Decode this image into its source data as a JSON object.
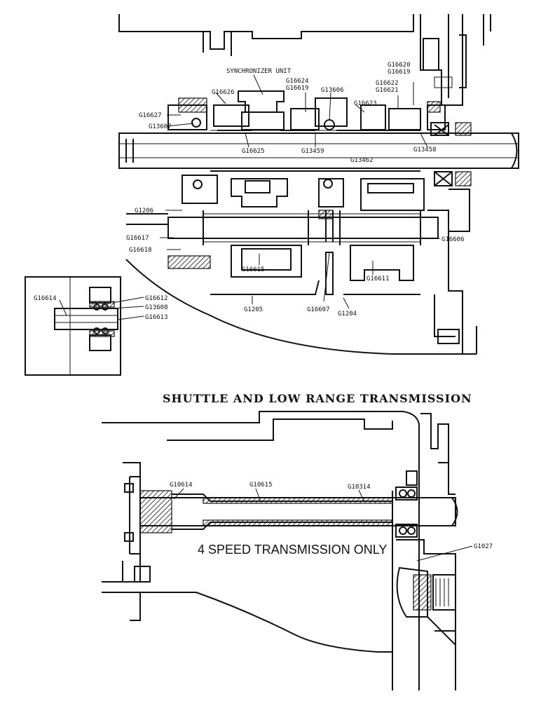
{
  "top_diagram": {
    "callouts": {
      "synchronizer": "SYNCHRONIZER UNIT",
      "g16626": "G16626",
      "g16624": "G16624",
      "g16619": "G16619",
      "g13606": "G13606",
      "g16620": "G16620",
      "g16619b": "G16619",
      "g16622": "G16622",
      "g16621": "G16621",
      "g16623": "G16623",
      "g16627": "G16627",
      "g13607": "G13607",
      "g16625": "G16625",
      "g13459": "G13459",
      "g13458": "G13458",
      "g13462": "G13462",
      "g1206": "G1206",
      "g16617": "G16617",
      "g16618": "G16618",
      "g16606": "G16606",
      "g16615": "G16615",
      "g16611": "G16611",
      "g1205": "G1205",
      "g16607": "G16607",
      "g1204": "G1204"
    },
    "inset": {
      "g16614": "G16614",
      "g16612": "G16612",
      "g13608": "G13608",
      "g16613": "G16613"
    }
  },
  "section_title": "SHUTTLE AND LOW RANGE TRANSMISSION",
  "bottom_diagram": {
    "callouts": {
      "g10614": "G10614",
      "g10615": "G10615",
      "g10314": "G10314",
      "g1027": "G1027"
    },
    "note": "4 SPEED TRANSMISSION ONLY"
  }
}
